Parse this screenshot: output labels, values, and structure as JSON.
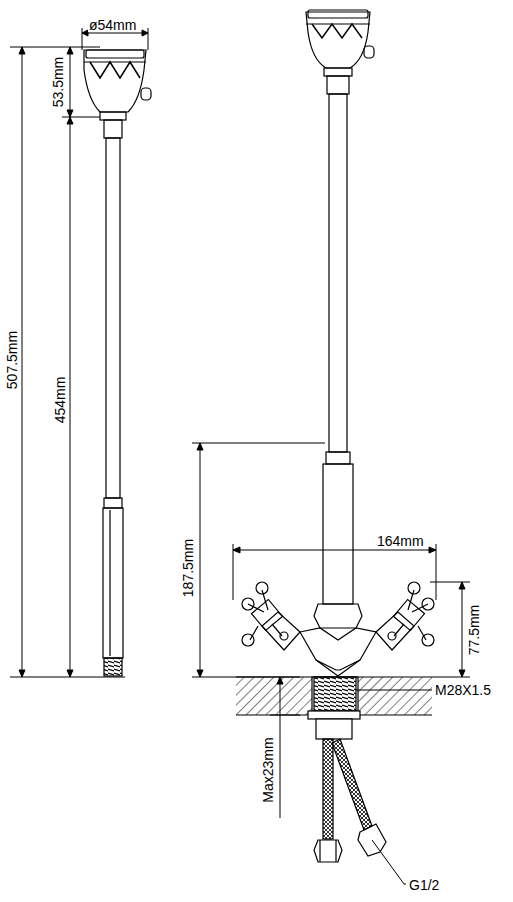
{
  "diagram": {
    "labels": [
      "ø54mm",
      "53.5mm",
      "507.5mm",
      "454mm",
      "187.5mm",
      "164mm",
      "77.5mm",
      "M28X1.5",
      "Max23mm",
      "G1/2"
    ]
  }
}
